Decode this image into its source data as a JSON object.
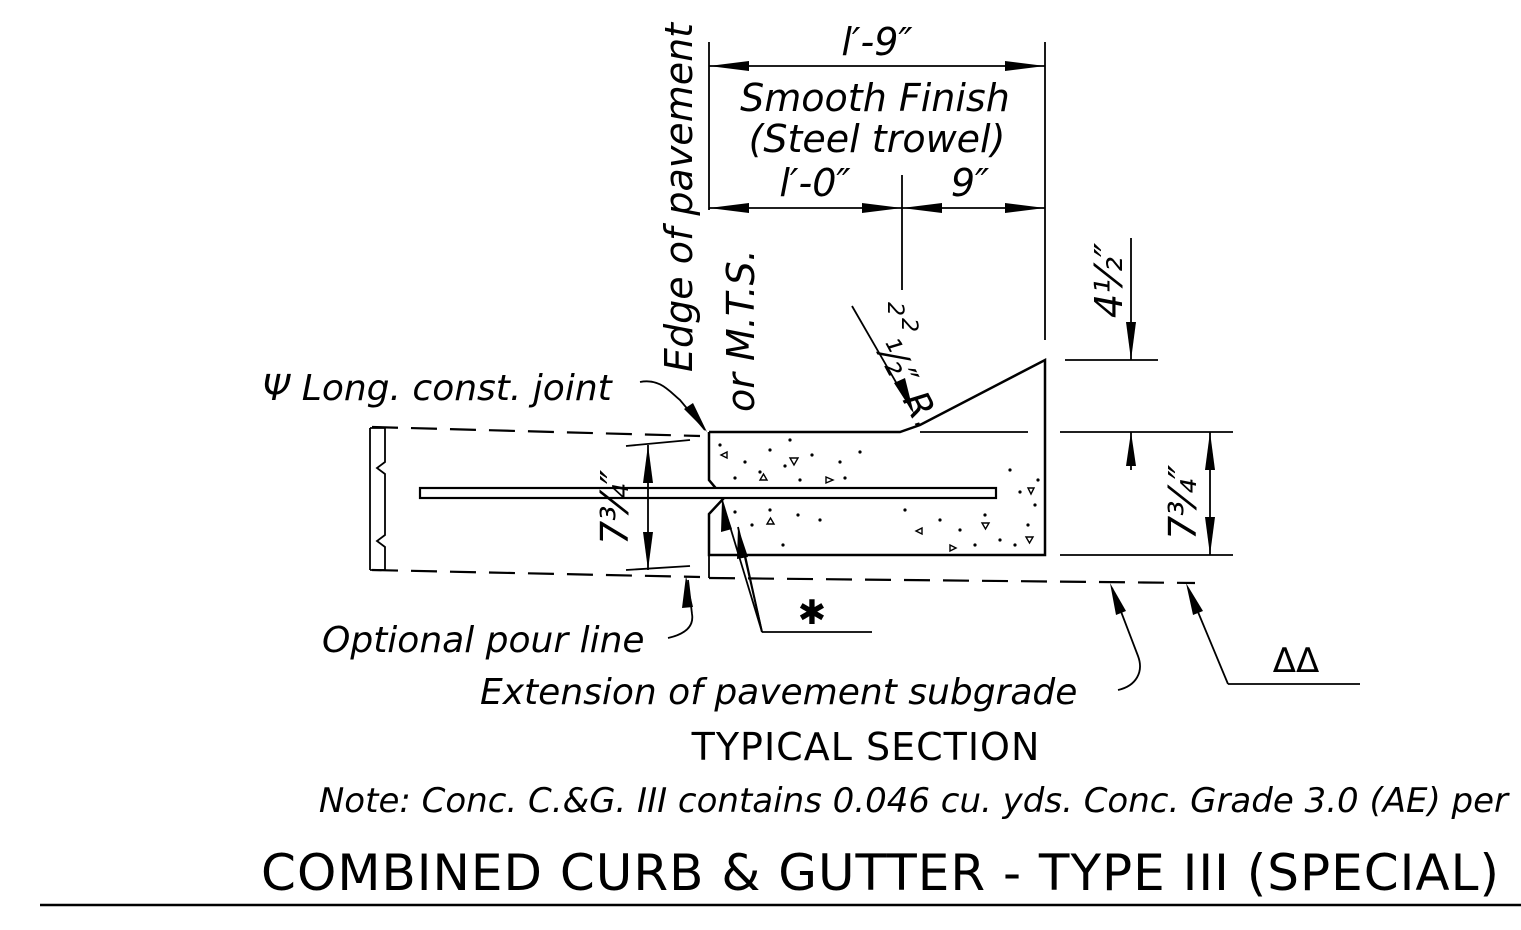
{
  "dimensions": {
    "top_width": "l′-9″",
    "left_width": "l′-0″",
    "right_width": "9″",
    "radius_num": "2",
    "radius_den": "2",
    "radius_rest": "½″ R.",
    "curb_height": "4½″",
    "thickness_left": "7¾″",
    "thickness_right": "7¾″"
  },
  "notes": {
    "finish_line1": "Smooth Finish",
    "finish_line2": "(Steel trowel)",
    "edge_line1": "Edge of pavement",
    "edge_line2": "or M.T.S.",
    "long_joint": "Ψ Long. const. joint",
    "asterisk": "✱",
    "optional_pour": "Optional pour line",
    "subgrade": "Extension of pavement subgrade",
    "double_delta": "ΔΔ"
  },
  "captions": {
    "section": "TYPICAL SECTION",
    "note": "Note: Conc. C.&G. III contains 0.046 cu. yds. Conc. Grade 3.0 (AE) per",
    "title": "COMBINED CURB & GUTTER - TYPE III (SPECIAL)"
  }
}
